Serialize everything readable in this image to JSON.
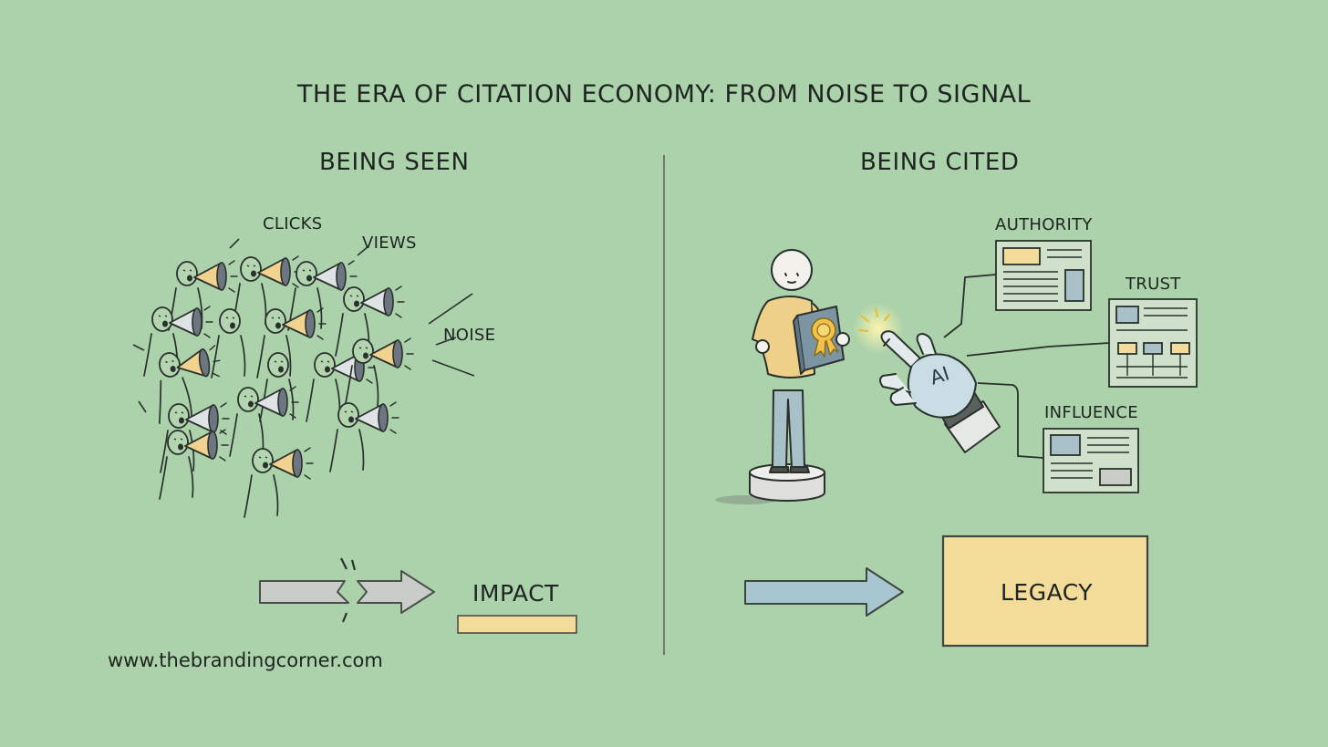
{
  "title": "THE ERA OF CITATION ECONOMY: FROM NOISE TO SIGNAL",
  "left": {
    "heading": "BEING SEEN",
    "tags": {
      "clicks": "CLICKS",
      "views": "VIEWS",
      "noise": "NOISE"
    },
    "outcome": "IMPACT"
  },
  "right": {
    "heading": "BEING CITED",
    "nodes": {
      "authority": "AUTHORITY",
      "trust": "TRUST",
      "influence": "INFLUENCE"
    },
    "robot_label": "AI",
    "outcome": "LEGACY"
  },
  "footer_url": "www.thebrandingcorner.com",
  "colors": {
    "background": "#acd2ab",
    "yellow": "#f3dc9a",
    "blue_grey": "#a9c3cc",
    "ink": "#2a302c"
  }
}
